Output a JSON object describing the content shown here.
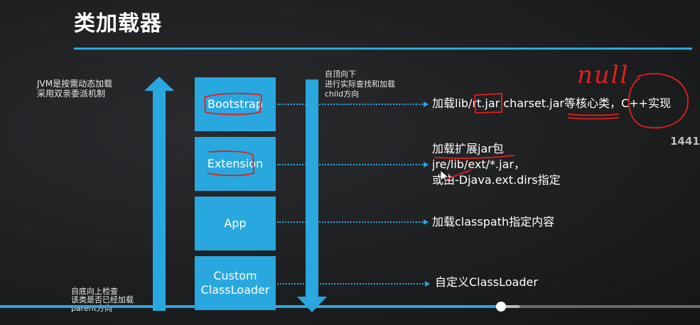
{
  "slide": {
    "title": "类加载器",
    "note_jvm": "JVM是按需动态加载\n采用双亲委派机制",
    "note_top": "自顶向下\n进行实际查找和加载\nchild方向",
    "note_bottom": "自底向上检查\n该类是否已经加载\nparent方向",
    "loaders": [
      {
        "label": "Bootstrap",
        "desc": "加载lib/rt.jar charset.jar等核心类，C++实现"
      },
      {
        "label": "Extension",
        "desc": "加载扩展jar包\njre/lib/ext/*.jar，\n或由-Djava.ext.dirs指定"
      },
      {
        "label": "App",
        "desc": "加载classpath指定内容"
      },
      {
        "label_line1": "Custom",
        "label_line2": "ClassLoader",
        "desc": "自定义ClassLoader"
      }
    ],
    "handwritten_annotation": "null",
    "watermark": "1441"
  },
  "player": {
    "progress": 0.716,
    "buffered": 0.742
  },
  "colors": {
    "accent": "#29a8e0",
    "ink": "#e0201c",
    "background": "#1d1e20"
  }
}
